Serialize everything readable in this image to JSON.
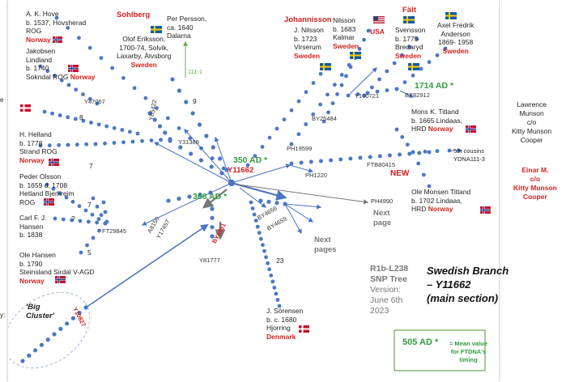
{
  "title": {
    "line1": "Swedish Branch",
    "line2": "– Y11662",
    "line3": "(main section)"
  },
  "tree_label": {
    "line1": "R1b-L238",
    "line2": "SNP Tree",
    "line3": "Version:",
    "line4": "June 6th",
    "line5": "2023"
  },
  "legend": {
    "value": "505 AD *",
    "text1": "= Mean value",
    "text2": "for FTDNA's",
    "text3": "timing"
  },
  "dates": {
    "center": "350 AD *",
    "left": "308 AD *",
    "right": "1714 AD *"
  },
  "snps": {
    "center": "Y11662",
    "by3451": "BY3451",
    "y10827": "Y10827",
    "a8150": "A8150",
    "y17457": "Y17457",
    "y81777": "Y81777",
    "by4656": "BY4656",
    "by4659": "BY4659",
    "ph4990": "PH4990",
    "ph1220": "PH1220",
    "ph19599": "PH19599",
    "by25484": "BY25484",
    "y100721": "Y100721",
    "by82912": "BY82912",
    "ftb80415": "FTB80415",
    "y85422": "Y85422",
    "y31389": "Y31389",
    "y47067": "Y47067",
    "ft29845": "FT29845",
    "ydna": "YDNA111-3",
    "n111": "111-1"
  },
  "numbers": {
    "n9": "9",
    "n8": "8",
    "n7a": "7",
    "n7b": "7",
    "n5": "5",
    "nq": "?",
    "n23": "23"
  },
  "next": {
    "page1": "Next",
    "page2": "page",
    "pages1": "Next",
    "pages2": "pages"
  },
  "new_label": "NEW",
  "cousins": {
    "line1": "5th cousins",
    "line2": "YDNA111-3"
  },
  "big_cluster": {
    "line1": "'Big",
    "line2": "Cluster'"
  },
  "people": {
    "hove": {
      "l1": "A. K. Hove",
      "l2": "b. 1537, Hovsherad",
      "l3": "ROG",
      "c": "Norway"
    },
    "lindland": {
      "l1": "Jakobsen",
      "l2": "Lindland",
      "l3": "b. 1740",
      "l4": "Sokndal ROG",
      "c": "Norway"
    },
    "sohlberg": {
      "l1": "Sohlberg"
    },
    "eriksson": {
      "l1": "Olof Eriksson,",
      "l2": "1700-74, Solvik,",
      "l3": "Laxarby, Älvsborg",
      "c": "Sweden"
    },
    "persson": {
      "l1": "Per Persson,",
      "l2": "ca. 1640",
      "l3": "Dalarna"
    },
    "helland": {
      "l1": "H. Helland",
      "l2": "b. 1778",
      "l3": "Strand ROG",
      "c": "Norway"
    },
    "olsson": {
      "l1": "Peder Olsson",
      "l2": "b. 1659 d. 1708",
      "l3": "Hetland Bjerkreim",
      "l4": "ROG"
    },
    "hansen1": {
      "l1": "Carl F. J.",
      "l2": "Hansen",
      "l3": "b. 1838"
    },
    "hansen2": {
      "l1": "Ole Hansen",
      "l2": "b. 1790",
      "l3": "Steinsland Sirdal V-AGD",
      "c": "Norway"
    },
    "johannisson": {
      "l1": "Johannisson"
    },
    "jnilsson": {
      "l1": "J. Nilsson",
      "l2": "b. 1723",
      "l3": "Virserum",
      "c": "Sweden"
    },
    "nilsson": {
      "l1": "Nilsson",
      "l2": "b. 1683",
      "l3": "Kalmar",
      "c": "Sweden"
    },
    "usa": {
      "c": "USA"
    },
    "falt": {
      "l1": "Fält"
    },
    "svensson": {
      "l1": "Svensson",
      "l2": "b. 1775",
      "l3": "Bredaryd",
      "c": "Sweden"
    },
    "anderson": {
      "l1": "Axel Fredrik",
      "l2": "Anderson",
      "l3": "1869- 1958",
      "c": "Sweden"
    },
    "titland1": {
      "l1": "Mons K. Titland",
      "l2": "b. 1665 Lindaas,",
      "l3": "HRD",
      "c": "Norway"
    },
    "titland2": {
      "l1": "Ole Monsen Titland",
      "l2": "b. 1702 Lindaas,",
      "l3": "HRD",
      "c": "Norway"
    },
    "sorensen": {
      "l1": "J. Sörensen",
      "l2": "b. c. 1680",
      "l3": "Hjorring",
      "c": "Denmark"
    }
  },
  "sidebar": {
    "l1": "Lawrence",
    "l2": "Munson",
    "l3": "c/o",
    "l4": "Kitty Munson",
    "l5": "Cooper",
    "r1": "Einar M.",
    "r2": "c/o",
    "r3": "Kitty Munson",
    "r4": "Cooper"
  },
  "left_edge": {
    "a": "e",
    "b": "y:"
  },
  "colors": {
    "dot": "#4a78c4",
    "line": "#7f9fd6",
    "arrow": "#4a72c2",
    "red": "#d42020",
    "green": "#2f9e3f",
    "gray": "#888888"
  }
}
